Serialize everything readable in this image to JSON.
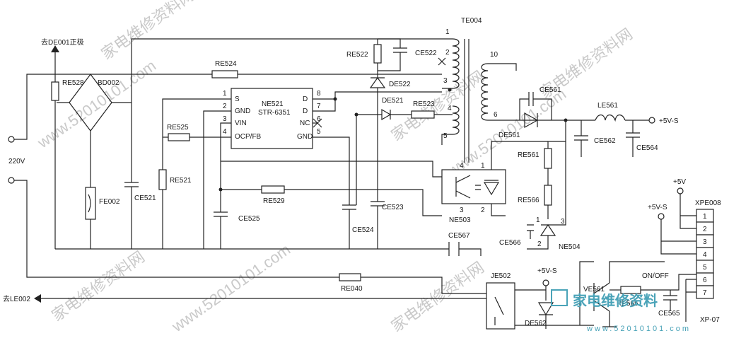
{
  "labels": {
    "de001": "去DE001正极",
    "le002": "去LE002",
    "v220": "220V",
    "re528": "RE528",
    "bd002": "BD002",
    "re524": "RE524",
    "re522": "RE522",
    "ce522": "CE522",
    "de522": "DE522",
    "te004": "TE004",
    "ic_name": "NE521",
    "ic_part": "STR-6351",
    "pin_s": "S",
    "pin_gnd": "GND",
    "pin_vin": "VIN",
    "pin_ocp": "OCP/FB",
    "pin_d1": "D",
    "pin_d2": "D",
    "pin_nc": "NC",
    "pin_gnd2": "GND",
    "re525": "RE525",
    "re521": "RE521",
    "ce521": "CE521",
    "fe002": "FE002",
    "de521": "DE521",
    "re523": "RE523",
    "ce525": "CE525",
    "re529": "RE529",
    "ce524": "CE524",
    "ce523": "CE523",
    "ce567": "CE567",
    "ne503": "NE503",
    "ce561": "CE561",
    "de561": "DE561",
    "le561": "LE561",
    "plus5v_s": "+5V-S",
    "ce562": "CE562",
    "ce564": "CE564",
    "re561": "RE561",
    "re566": "RE566",
    "ce566": "CE566",
    "ne504": "NE504",
    "re040": "RE040",
    "je502": "JE502",
    "plus5v_s2": "+5V-S",
    "de562": "DE562",
    "ve561": "VE561",
    "re565": "RE565",
    "ce565": "CE565",
    "on_off": "ON/OFF",
    "plus5v": "+5V",
    "plus5v_s3": "+5V-S",
    "xpe008": "XPE008",
    "xp07": "XP-07"
  },
  "pins": [
    "1",
    "2",
    "3",
    "4",
    "5",
    "6",
    "7",
    "8",
    "1",
    "2",
    "3",
    "4",
    "5",
    "6",
    "10",
    "4",
    "1",
    "3",
    "2",
    "1",
    "3",
    "2"
  ],
  "connector_pins": [
    "1",
    "2",
    "3",
    "4",
    "5",
    "6",
    "7"
  ],
  "watermarks": [
    "家电维修资料网",
    "www.52010101.com",
    "家电维修资料网",
    "www.52010101.com",
    "家电维修资料网",
    "www.52010101.com",
    "家电维修资料网",
    "家电维修资料网"
  ],
  "logo": {
    "text": "家电维修资料",
    "url": "www.52010101.com"
  }
}
